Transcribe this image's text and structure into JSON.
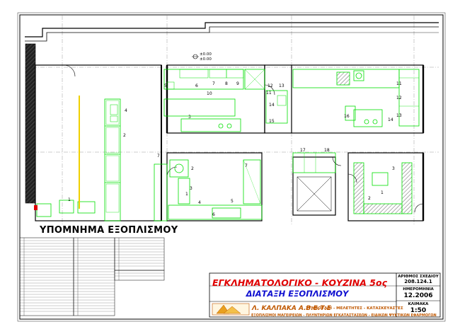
{
  "drawing": {
    "main_title": "ΕΓΚΛΗΜΑΤΟΛΟΓΙΚΟ - ΚΟΥΖΙΝΑ 5ος",
    "subtitle": "ΔΙΑΤΑΞΗ ΕΞΟΠΛΙΣΜΟΥ",
    "legend_title": "ΥΠΟΜΝΗΜΑ ΕΞΟΠΛΙΣΜΟΥ",
    "drawing_number_label": "ΑΡΙΘΜΟΣ ΣΧΕΔΙΟΥ",
    "drawing_number": "208.124.1",
    "date_label": "ΗΜΕΡΟΜΗΝΙΑ",
    "date": "12.2006",
    "scale_label": "ΚΛΙΜΑΚΑ",
    "scale": "1:50",
    "company_name": "Λ. ΚΑΛΠΑΚΑ Α.Β.Ε.Τ.Ε",
    "company_tagline": "ΣΥΜΒΟΥΛΟΙ - ΜΕΛΕΤΗΤΕΣ - ΚΑΤΑΣΚΕΥΑΣΤΕΣ",
    "company_tagline2": "ΕΞΟΠΛΙΣΜΟΙ ΜΑΓΕΙΡΕΙΩΝ - ΠΛΥΝΤΗΡΙΩΝ ΕΓΚΑΤΑΣΤΑΣΕΩΝ - ΕΙΔΙΚΩΝ ΨΥΚΤΙΚΩΝ ΕΦΑΡΜΟΓΩΝ",
    "elevation_1": "±0.00",
    "elevation_2": "±0.00"
  },
  "colors": {
    "equipment": "#00e000",
    "walls": "#000000",
    "title_red": "#e00000",
    "title_blue": "#1010d0",
    "company": "#c05800",
    "axis_gray": "#9a9a9a"
  },
  "plan_labels": {
    "room_1": [
      "5",
      "6",
      "7",
      "8",
      "9",
      "10",
      "3",
      "4",
      "2",
      "1"
    ],
    "room_2": [
      "12",
      "13",
      "11",
      "11",
      "12",
      "14",
      "15",
      "16",
      "13",
      "14"
    ],
    "room_3": [
      "7",
      "2",
      "3",
      "1",
      "4",
      "5",
      "6",
      "7"
    ],
    "room_4": [
      "17",
      "18",
      "1",
      "2",
      "3"
    ]
  }
}
